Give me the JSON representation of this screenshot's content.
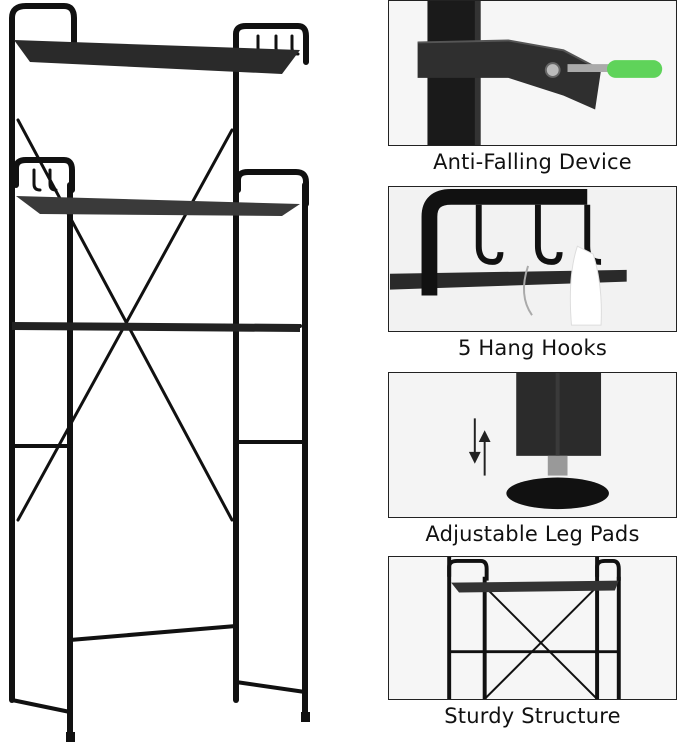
{
  "features": [
    {
      "caption": "Anti-Falling Device",
      "icon": "strap-icon"
    },
    {
      "caption": "5 Hang Hooks",
      "icon": "hook-icon"
    },
    {
      "caption": "Adjustable Leg Pads",
      "icon": "leg-pad-icon"
    },
    {
      "caption": "Sturdy Structure",
      "icon": "frame-icon"
    }
  ],
  "colors": {
    "frame": "#111111",
    "shelf": "#2a2a2a",
    "accent_green": "#5fd35a",
    "panel_bg": "#f4f4f4"
  }
}
